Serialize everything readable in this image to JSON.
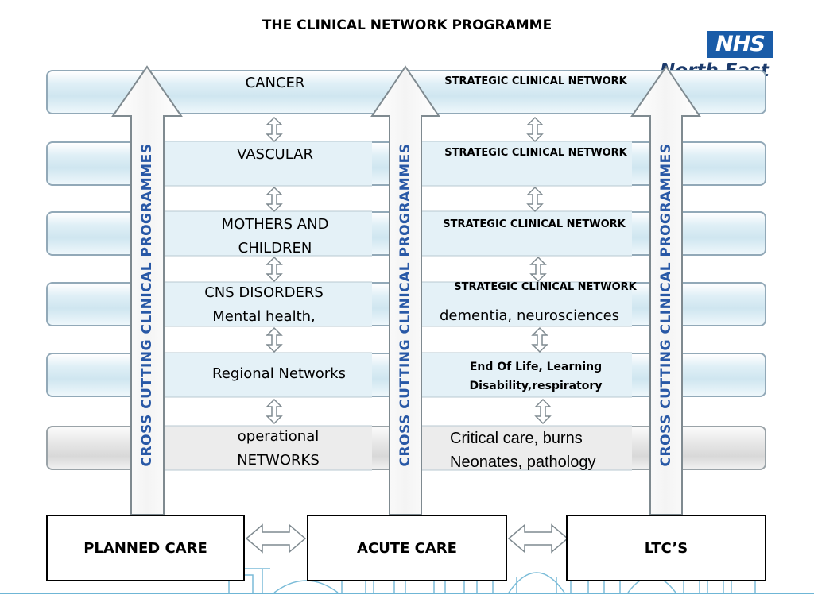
{
  "title": "THE CLINICAL NETWORK PROGRAMME",
  "logo": {
    "badge": "NHS",
    "region": "North East"
  },
  "rows": [
    {
      "planned": "CANCER",
      "acute": "STRATEGIC CLINICAL NETWORK",
      "ltc": ""
    },
    {
      "planned": "VASCULAR",
      "acute": "STRATEGIC CLINICAL NETWORK",
      "ltc": ""
    },
    {
      "planned": "MOTHERS AND CHILDREN",
      "acute": "STRATEGIC CLINICAL NETWORK",
      "ltc": ""
    },
    {
      "planned": "CNS DISORDERS Mental health,",
      "acute": "STRATEGIC CLINICAL NETWORK dementia, neurosciences",
      "ltc": ""
    },
    {
      "planned": "Regional Networks",
      "acute": "End Of Life, Learning Disability,respiratory",
      "ltc": ""
    },
    {
      "planned": "operational NETWORKS",
      "acute": "Critical care, burns Neonates, pathology",
      "ltc": ""
    }
  ],
  "labels": {
    "cancer": "CANCER",
    "vascular": "VASCULAR",
    "mothers_line1": "MOTHERS AND",
    "mothers_line2": "CHILDREN",
    "cns_line1": "CNS DISORDERS",
    "cns_line2": "Mental health,",
    "regional": "Regional Networks",
    "operational_line1": "operational",
    "operational_line2": "NETWORKS",
    "scn": "STRATEGIC CLINICAL NETWORK",
    "dementia": "dementia, neurosciences",
    "eol_line1": "End Of Life, Learning",
    "eol_line2": "Disability,respiratory",
    "critical_line1": "Critical care, burns",
    "critical_line2": "Neonates, pathology"
  },
  "cross_cutting": "CROSS CUTTING CLINICAL PROGRAMMES",
  "bottom_boxes": {
    "planned": "PLANNED CARE",
    "acute": "ACUTE CARE",
    "ltc": "LTC’S"
  },
  "colors": {
    "bar_fill": "#d7ebf3",
    "bar_border": "#92a9b8",
    "cross_cutting_text": "#2858a6",
    "nhs_blue": "#1a5ca8",
    "bottom_line": "#6fb6d6"
  }
}
